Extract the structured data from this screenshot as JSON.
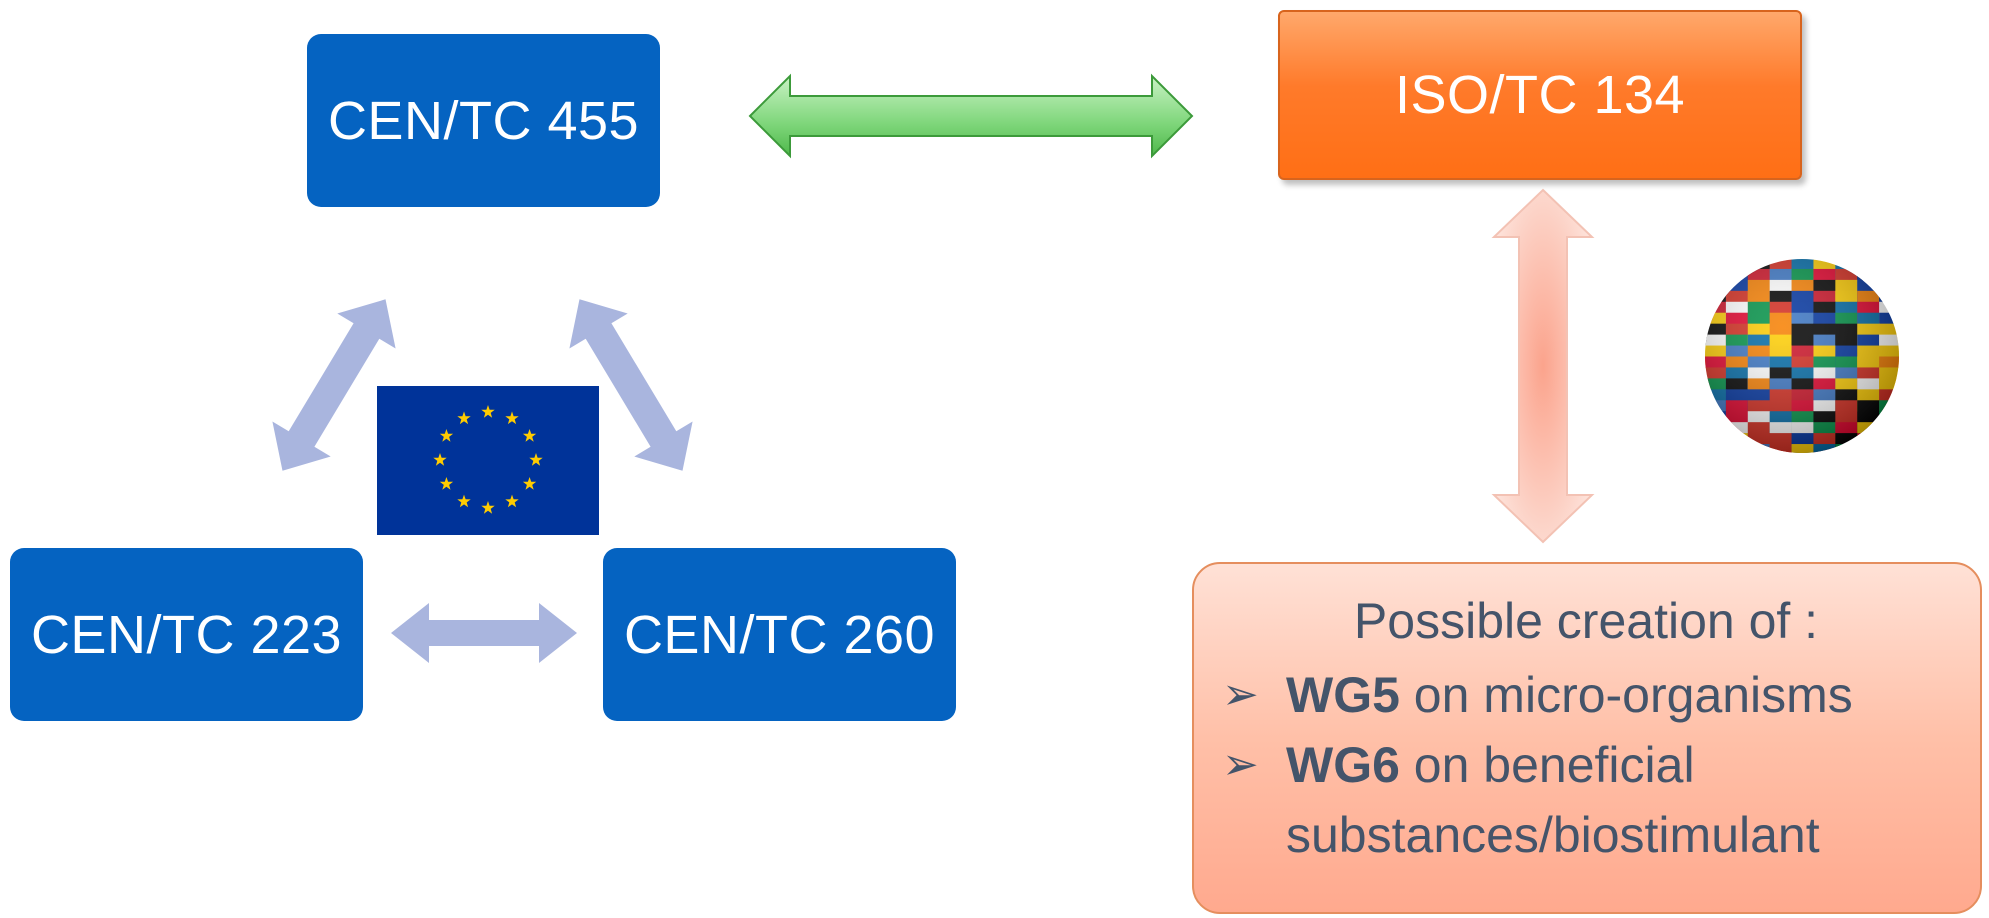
{
  "boxes": {
    "cen455": "CEN/TC 455",
    "cen223": "CEN/TC 223",
    "cen260": "CEN/TC 260",
    "iso134": "ISO/TC 134"
  },
  "note": {
    "title": "Possible creation of :",
    "bullets": [
      {
        "bold": "WG5",
        "text": " on micro-organisms"
      },
      {
        "bold": "WG6",
        "text": " on beneficial substances/biostimulant"
      }
    ]
  },
  "colors": {
    "cen_blue": "#0563C1",
    "iso_orange": "#FF7A2A",
    "green_arrow": "#6BCB6B",
    "lavender_arrow": "#A9B5DE",
    "pink_arrow": "#F8B9A8",
    "eu_blue": "#003399",
    "eu_star": "#FFCC00"
  },
  "icons": {
    "flag": "eu-flag-icon",
    "globe": "world-flags-globe-icon"
  }
}
